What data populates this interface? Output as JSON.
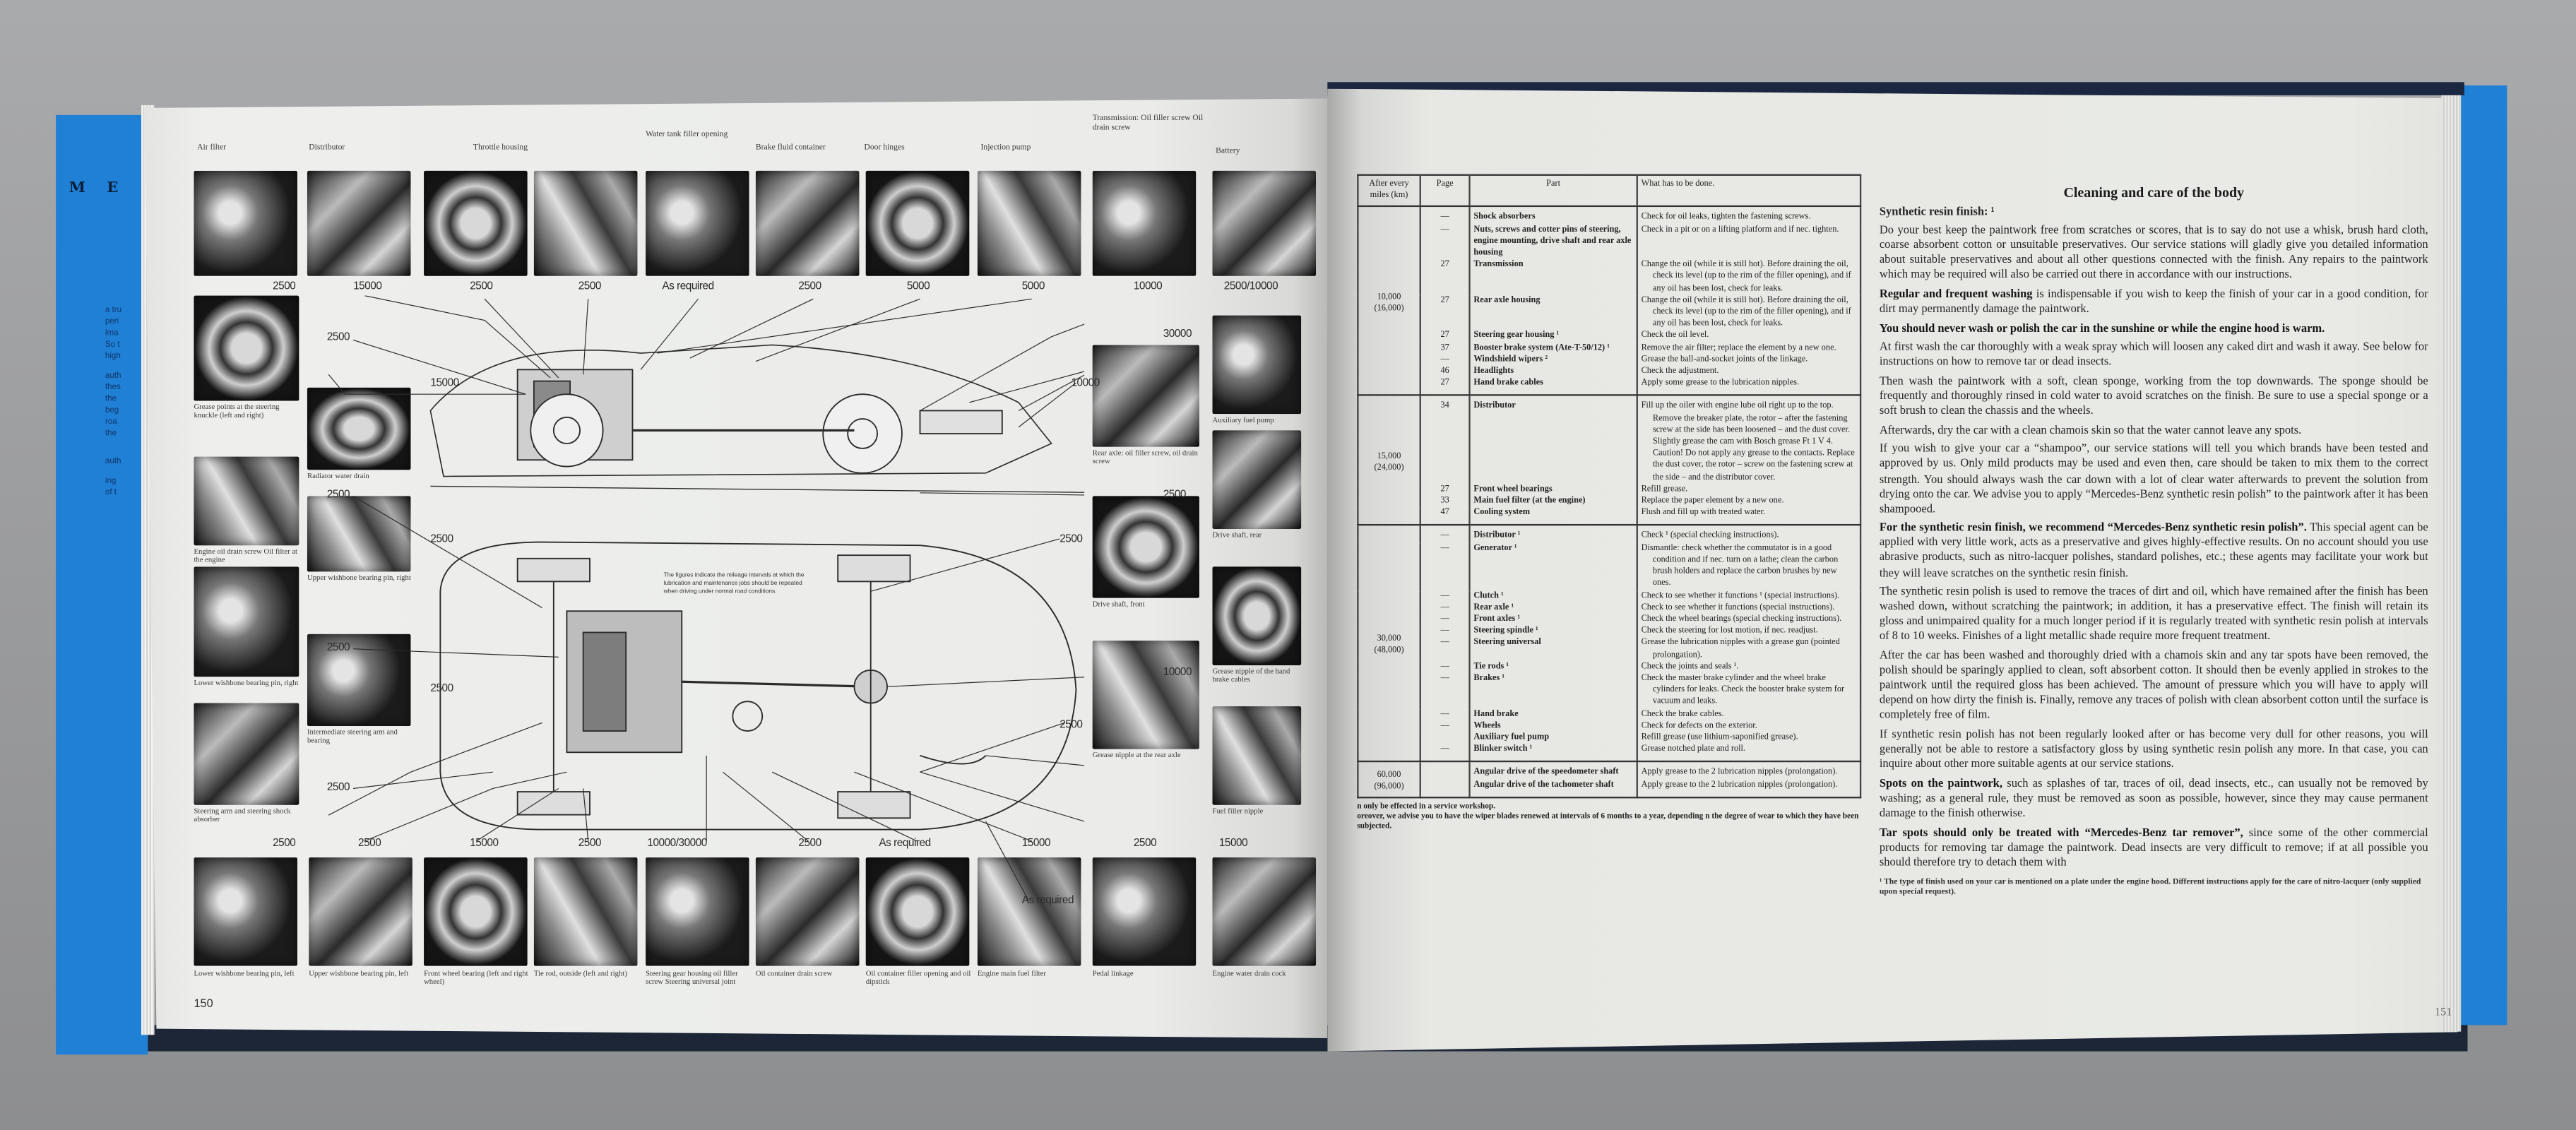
{
  "cover": {
    "title_fragment": "M E",
    "text_fragments": [
      "a tru",
      "peri",
      "ima",
      "So t",
      "high",
      "auth",
      "thes",
      "the",
      "beg",
      "roa",
      "the",
      "auth",
      "ing",
      "of t"
    ]
  },
  "left_page": {
    "page_number": "150",
    "top_captions": [
      "Air filter",
      "Distributor",
      "Throttle housing",
      "Water tank filler opening",
      "Brake fluid container",
      "Door hinges",
      "Injection pump",
      "Transmission: Oil filler screw Oil drain screw",
      "Battery"
    ],
    "top_mileage": [
      "2500",
      "15000",
      "2500",
      "2500",
      "As required",
      "2500",
      "5000",
      "5000",
      "10000",
      "2500/10000"
    ],
    "left_col_captions": [
      "Grease points at the steering knuckle (left and right)",
      "Engine oil drain screw Oil filter at the engine",
      "Lower wishbone bearing pin, right",
      "Steering arm and steering shock absorber"
    ],
    "left_col2_captions": [
      "Radiator water drain",
      "Upper wishbone bearing pin, right",
      "Intermediate steering arm and bearing"
    ],
    "right_col_captions": [
      "Rear axle: oil filler screw, oil drain screw",
      "Drive shaft, front",
      "Grease nipple at the rear axle"
    ],
    "right_col2_captions": [
      "Auxiliary fuel pump",
      "Drive shaft, rear",
      "Grease nipple of the hand brake cables",
      "Fuel filler nipple"
    ],
    "bottom_captions": [
      "Lower wishbone bearing pin, left",
      "Upper wishbone bearing pin, left",
      "Front wheel bearing (left and right wheel)",
      "Tie rod, outside (left and right)",
      "Steering gear housing oil filler screw Steering universal joint",
      "Oil container drain screw",
      "Oil container filler opening and oil dipstick",
      "Engine main fuel filter",
      "Pedal linkage",
      "Engine water drain cock"
    ],
    "bottom_mileage": [
      "2500",
      "2500",
      "15000",
      "2500",
      "10000/30000",
      "2500",
      "As required",
      "15000",
      "2500",
      "15000"
    ],
    "side_mileage": [
      "2500",
      "15000",
      "2500",
      "2500",
      "2500",
      "2500",
      "2500",
      "30000",
      "10000",
      "2500",
      "2500",
      "10000",
      "2500",
      "As required"
    ],
    "diagram_note": "The figures indicate the mileage intervals at which the lubrication and maintenance jobs should be repeated when driving under normal road conditions."
  },
  "right_page": {
    "page_number": "151",
    "table": {
      "headers": [
        "After every miles (km)",
        "Page",
        "Part",
        "What has to be done."
      ],
      "groups": [
        {
          "interval": "10,000 (16,000)",
          "rows": [
            {
              "page": "—",
              "part": "Shock absorbers",
              "action": "Check for oil leaks, tighten the fastening screws."
            },
            {
              "page": "—",
              "part": "Nuts, screws and cotter pins of steering, engine mounting, drive shaft and rear axle housing",
              "action": "Check in a pit or on a lifting platform and if nec. tighten."
            },
            {
              "page": "27",
              "part": "Transmission",
              "action": "Change the oil (while it is still hot). Before draining the oil, check its level (up to the rim of the filler opening), and if any oil has been lost, check for leaks."
            },
            {
              "page": "27",
              "part": "Rear axle housing",
              "action": "Change the oil (while it is still hot). Before draining the oil, check its level (up to the rim of the filler opening), and if any oil has been lost, check for leaks."
            },
            {
              "page": "27",
              "part": "Steering gear housing ¹",
              "action": "Check the oil level."
            },
            {
              "page": "37",
              "part": "Booster brake system (Ate-T-50/12) ¹",
              "action": "Remove the air filter; replace the element by a new one."
            },
            {
              "page": "—",
              "part": "Windshield wipers ²",
              "action": "Grease the ball-and-socket joints of the linkage."
            },
            {
              "page": "46",
              "part": "Headlights",
              "action": "Check the adjustment."
            },
            {
              "page": "27",
              "part": "Hand brake cables",
              "action": "Apply some grease to the lubrication nipples."
            }
          ]
        },
        {
          "interval": "15,000 (24,000)",
          "rows": [
            {
              "page": "34",
              "part": "Distributor",
              "action": "Fill up the oiler with engine lube oil right up to the top. Remove the breaker plate, the rotor – after the fastening screw at the side has been loosened – and the dust cover. Slightly grease the cam with Bosch grease Ft 1 V 4. Caution! Do not apply any grease to the contacts. Replace the dust cover, the rotor – screw on the fastening screw at the side – and the distributor cover."
            },
            {
              "page": "27",
              "part": "Front wheel bearings",
              "action": "Refill grease."
            },
            {
              "page": "33",
              "part": "Main fuel filter (at the engine)",
              "action": "Replace the paper element by a new one."
            },
            {
              "page": "47",
              "part": "Cooling system",
              "action": "Flush and fill up with treated water."
            }
          ]
        },
        {
          "interval": "30,000 (48,000)",
          "rows": [
            {
              "page": "—",
              "part": "Distributor ¹",
              "action": "Check ¹ (special checking instructions)."
            },
            {
              "page": "—",
              "part": "Generator ¹",
              "action": "Dismantle: check whether the commutator is in a good condition and if nec. turn on a lathe; clean the carbon brush holders and replace the carbon brushes by new ones."
            },
            {
              "page": "—",
              "part": "Clutch ¹",
              "action": "Check to see whether it functions ¹ (special instructions)."
            },
            {
              "page": "—",
              "part": "Rear axle ¹",
              "action": "Check to see whether it functions (special instructions)."
            },
            {
              "page": "—",
              "part": "Front axles ¹",
              "action": "Check the wheel bearings (special checking instructions)."
            },
            {
              "page": "—",
              "part": "Steering spindle ¹",
              "action": "Check the steering for lost motion, if nec. readjust."
            },
            {
              "page": "—",
              "part": "Steering universal",
              "action": "Grease the lubrication nipples with a grease gun (pointed prolongation)."
            },
            {
              "page": "—",
              "part": "Tie rods ¹",
              "action": "Check the joints and seals ¹."
            },
            {
              "page": "—",
              "part": "Brakes ¹",
              "action": "Check the master brake cylinder and the wheel brake cylinders for leaks. Check the booster brake system for vacuum and leaks."
            },
            {
              "page": "—",
              "part": "Hand brake",
              "action": "Check the brake cables."
            },
            {
              "page": "—",
              "part": "Wheels",
              "action": "Check for defects on the exterior."
            },
            {
              "page": "",
              "part": "Auxiliary fuel pump",
              "action": "Refill grease (use lithium-saponified grease)."
            },
            {
              "page": "—",
              "part": "Blinker switch ¹",
              "action": "Grease notched plate and roll."
            }
          ]
        },
        {
          "interval": "60,000 (96,000)",
          "rows": [
            {
              "page": "",
              "part": "Angular drive of the speedometer shaft",
              "action": "Apply grease to the 2 lubrication nipples (prolongation)."
            },
            {
              "page": "",
              "part": "Angular drive of the tachometer shaft",
              "action": "Apply grease to the 2 lubrication nipples (prolongation)."
            }
          ]
        }
      ],
      "footnotes": [
        "n only be effected in a service workshop.",
        "oreover, we advise you to have the wiper blades renewed at intervals of 6 months to a year, depending n the degree of wear to which they have been subjected."
      ]
    },
    "article": {
      "title": "Cleaning and care of the body",
      "subtitle": "Synthetic resin finish: ¹",
      "paragraphs": [
        {
          "bold": "",
          "text": "Do your best keep the paintwork free from scratches or scores, that is to say do not use a whisk, brush hard cloth, coarse absorbent cotton or unsuitable preservatives. Our service stations will gladly give you detailed information about suitable preservatives and about all other questions connected with the finish. Any repairs to the paintwork which may be required will also be carried out there in accordance with our instructions."
        },
        {
          "bold": "Regular and frequent washing",
          "text": " is indispensable if you wish to keep the finish of your car in a good condition, for dirt may permanently damage the paintwork."
        },
        {
          "bold": "You should never wash or polish the car in the sunshine or while the engine hood is warm.",
          "text": ""
        },
        {
          "bold": "",
          "text": "At first wash the car thoroughly with a weak spray which will loosen any caked dirt and wash it away. See below for instructions on how to remove tar or dead insects."
        },
        {
          "bold": "",
          "text": "Then wash the paintwork with a soft, clean sponge, working from the top downwards. The sponge should be frequently and thoroughly rinsed in cold water to avoid scratches on the finish. Be sure to use a special sponge or a soft brush to clean the chassis and the wheels."
        },
        {
          "bold": "",
          "text": "Afterwards, dry the car with a clean chamois skin so that the water cannot leave any spots."
        },
        {
          "bold": "",
          "text": "If you wish to give your car a “shampoo”, our service stations will tell you which brands have been tested and approved by us. Only mild products may be used and even then, care should be taken to mix them to the correct strength. You should always wash the car down with a lot of clear water afterwards to prevent the solution from drying onto the car. We advise you to apply “Mercedes-Benz synthetic resin polish” to the paintwork after it has been shampooed."
        },
        {
          "bold": "For the synthetic resin finish, we recommend “Mercedes-Benz synthetic resin polish”.",
          "text": " This special agent can be applied with very little work, acts as a preservative and gives highly-effective results. On no account should you use abrasive products, such as nitro-lacquer polishes, standard polishes, etc.; these agents may facilitate your work but they will leave scratches on the synthetic resin finish."
        },
        {
          "bold": "",
          "text": "The synthetic resin polish is used to remove the traces of dirt and oil, which have remained after the finish has been washed down, without scratching the paintwork; in addition, it has a preservative effect. The finish will retain its gloss and unimpaired quality for a much longer period if it is regularly treated with synthetic resin polish at intervals of 8 to 10 weeks. Finishes of a light metallic shade require more frequent treatment."
        },
        {
          "bold": "",
          "text": "After the car has been washed and thoroughly dried with a chamois skin and any tar spots have been removed, the polish should be sparingly applied to clean, soft absorbent cotton. It should then be evenly applied in strokes to the paintwork until the required gloss has been achieved. The amount of pressure which you will have to apply will depend on how dirty the finish is. Finally, remove any traces of polish with clean absorbent cotton until the surface is completely free of film."
        },
        {
          "bold": "",
          "text": "If synthetic resin polish has not been regularly looked after or has become very dull for other reasons, you will generally not be able to restore a satisfactory gloss by using synthetic resin polish any more. In that case, you can inquire about other more suitable agents at our service stations."
        },
        {
          "bold": "Spots on the paintwork,",
          "text": " such as splashes of tar, traces of oil, dead insects, etc., can usually not be removed by washing; as a general rule, they must be removed as soon as possible, however, since they may cause permanent damage to the finish otherwise."
        },
        {
          "bold": "Tar spots should only be treated with “Mercedes-Benz tar remover”,",
          "text": " since some of the other commercial products for removing tar damage the paintwork. Dead insects are very difficult to remove; if at all possible you should therefore try to detach them with"
        }
      ],
      "footnote": "¹ The type of finish used on your car is mentioned on a plate under the engine hood. Different instructions apply for the care of nitro-lacquer (only supplied upon special request)."
    }
  }
}
